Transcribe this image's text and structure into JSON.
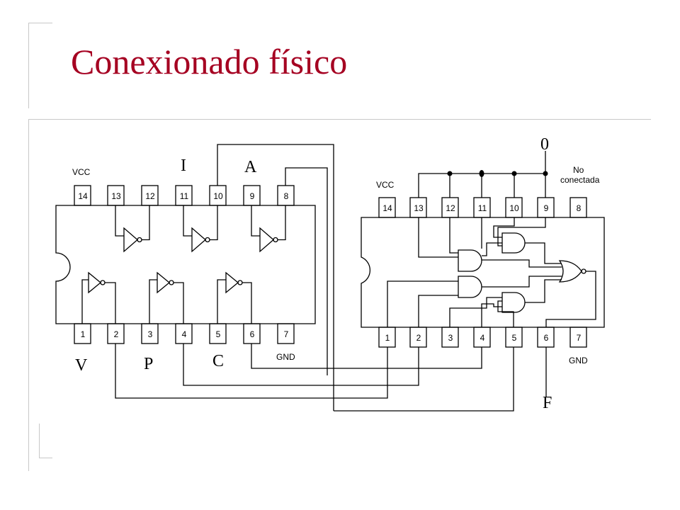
{
  "slide": {
    "title": "Conexionado físico"
  },
  "diagram": {
    "chip_left": {
      "vcc": "VCC",
      "gnd": "GND",
      "top_pins": [
        "14",
        "13",
        "12",
        "11",
        "10",
        "9",
        "8"
      ],
      "bottom_pins": [
        "1",
        "2",
        "3",
        "4",
        "5",
        "6",
        "7"
      ]
    },
    "chip_right": {
      "vcc": "VCC",
      "gnd": "GND",
      "top_pins": [
        "14",
        "13",
        "12",
        "11",
        "10",
        "9",
        "8"
      ],
      "bottom_pins": [
        "1",
        "2",
        "3",
        "4",
        "5",
        "6",
        "7"
      ]
    },
    "signals": {
      "i": "I",
      "a": "A",
      "v": "V",
      "p": "P",
      "c": "C",
      "zero": "0",
      "f": "F"
    },
    "note": {
      "line1": "No",
      "line2": "conectada"
    }
  }
}
